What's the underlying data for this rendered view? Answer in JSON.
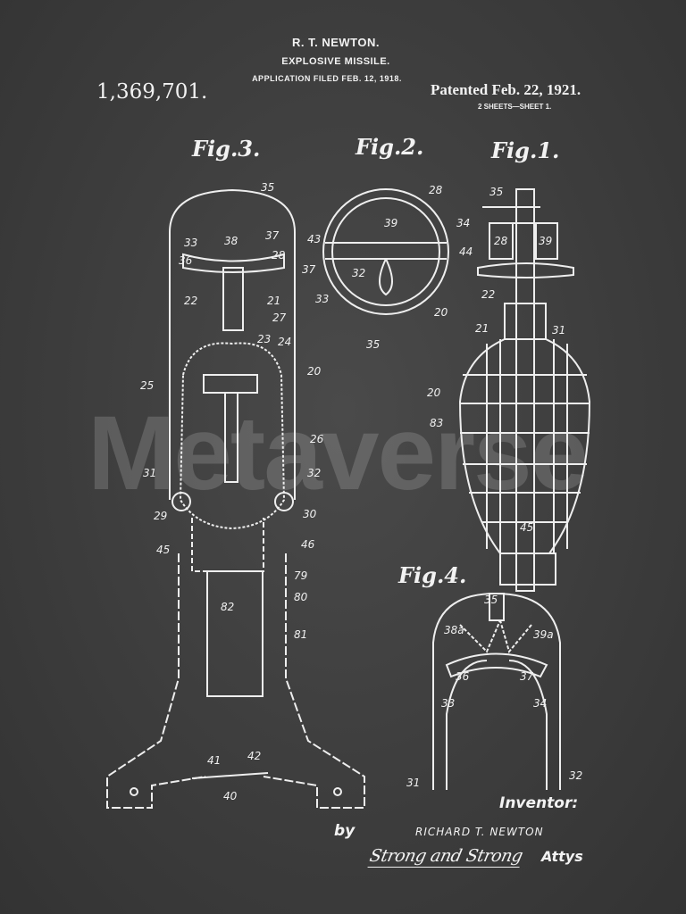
{
  "header": {
    "inventor_name": "R. T. NEWTON.",
    "title": "EXPLOSIVE MISSILE.",
    "application": "APPLICATION FILED FEB. 12, 1918.",
    "patent_number": "1,369,701.",
    "patented": "Patented Feb. 22, 1921.",
    "sheets": "2 SHEETS—SHEET 1."
  },
  "figures": {
    "fig3": {
      "title": "Fig.3.",
      "labels": [
        "35",
        "33",
        "38",
        "37",
        "36",
        "28",
        "37",
        "22",
        "21",
        "27",
        "23",
        "24",
        "20",
        "25",
        "26",
        "31",
        "32",
        "29",
        "30",
        "45",
        "46",
        "79",
        "80",
        "82",
        "81",
        "41",
        "42",
        "40"
      ]
    },
    "fig2": {
      "title": "Fig.2.",
      "labels": [
        "28",
        "39",
        "34",
        "43",
        "44",
        "32",
        "33",
        "20",
        "35"
      ]
    },
    "fig1": {
      "title": "Fig.1.",
      "labels": [
        "35",
        "28",
        "39",
        "22",
        "21",
        "31",
        "20",
        "83",
        "45"
      ]
    },
    "fig4": {
      "title": "Fig.4.",
      "labels": [
        "35",
        "38a",
        "39a",
        "36",
        "37",
        "33",
        "34",
        "31",
        "32"
      ]
    }
  },
  "footer": {
    "inventor_label": "Inventor:",
    "by": "by",
    "inventor": "RICHARD T. NEWTON",
    "attorneys_signature": "Strong and Strong",
    "attys": "Attys"
  },
  "watermark": "Metaverse",
  "colors": {
    "background": "#3d3d3d",
    "ink": "#f2f2f2"
  }
}
